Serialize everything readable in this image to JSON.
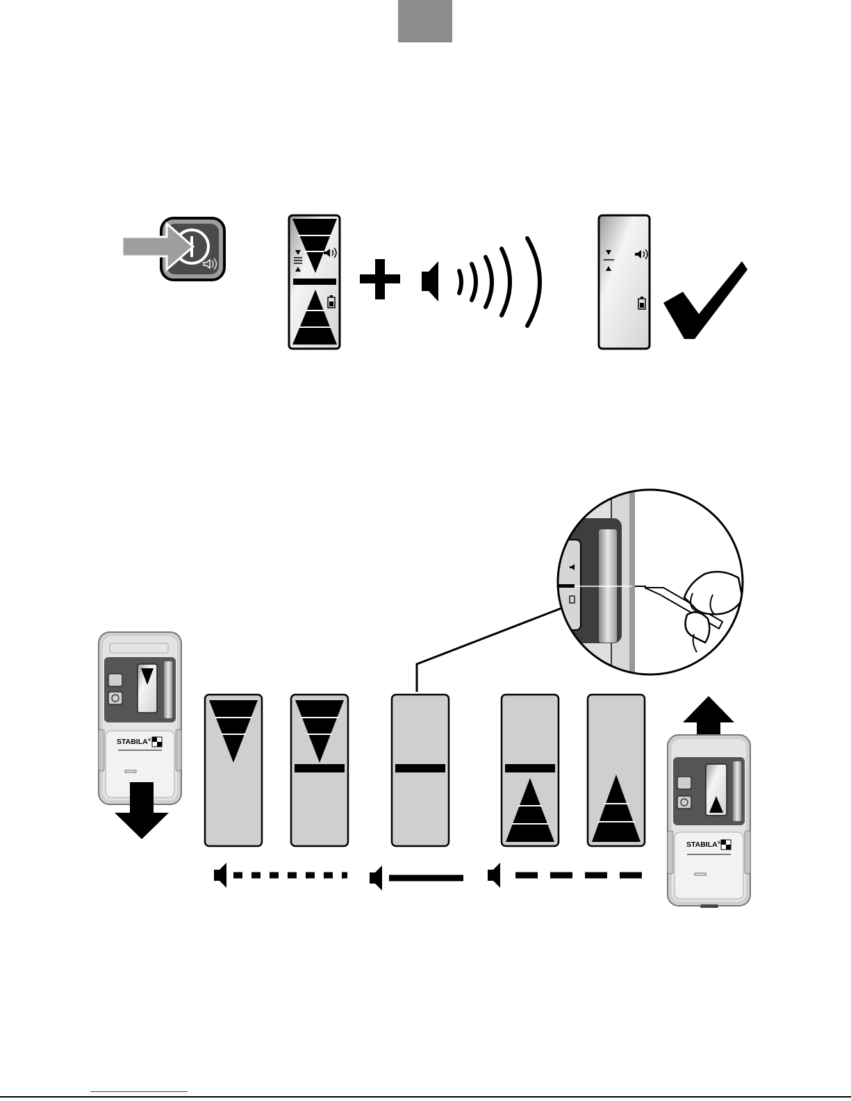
{
  "brand": {
    "name": "STABILA",
    "registered_mark": "®"
  },
  "icons": {
    "power_button": "power-button-icon",
    "speaker": "speaker-icon",
    "battery": "battery-icon",
    "checkmark": "checkmark-icon",
    "plus": "plus-icon",
    "arrow_down": "arrow-down-icon",
    "arrow_up": "arrow-up-icon"
  },
  "colors": {
    "background": "#ffffff",
    "display_gray": "#cfcfcf",
    "panel_dark": "#555555",
    "tab_gray": "#8c8c8c"
  },
  "displays": [
    {
      "state": "above",
      "top_triangle": true,
      "bar": false,
      "bottom_triangle": false
    },
    {
      "state": "slightly-above",
      "top_triangle": true,
      "bar": true,
      "bottom_triangle": false
    },
    {
      "state": "on-level",
      "top_triangle": false,
      "bar": true,
      "bottom_triangle": false
    },
    {
      "state": "slightly-below",
      "top_triangle": false,
      "bar": true,
      "bottom_triangle": true
    },
    {
      "state": "below",
      "top_triangle": false,
      "bar": false,
      "bottom_triangle": true
    }
  ],
  "sound_patterns": [
    "short-dashes",
    "continuous",
    "long-dashes"
  ]
}
